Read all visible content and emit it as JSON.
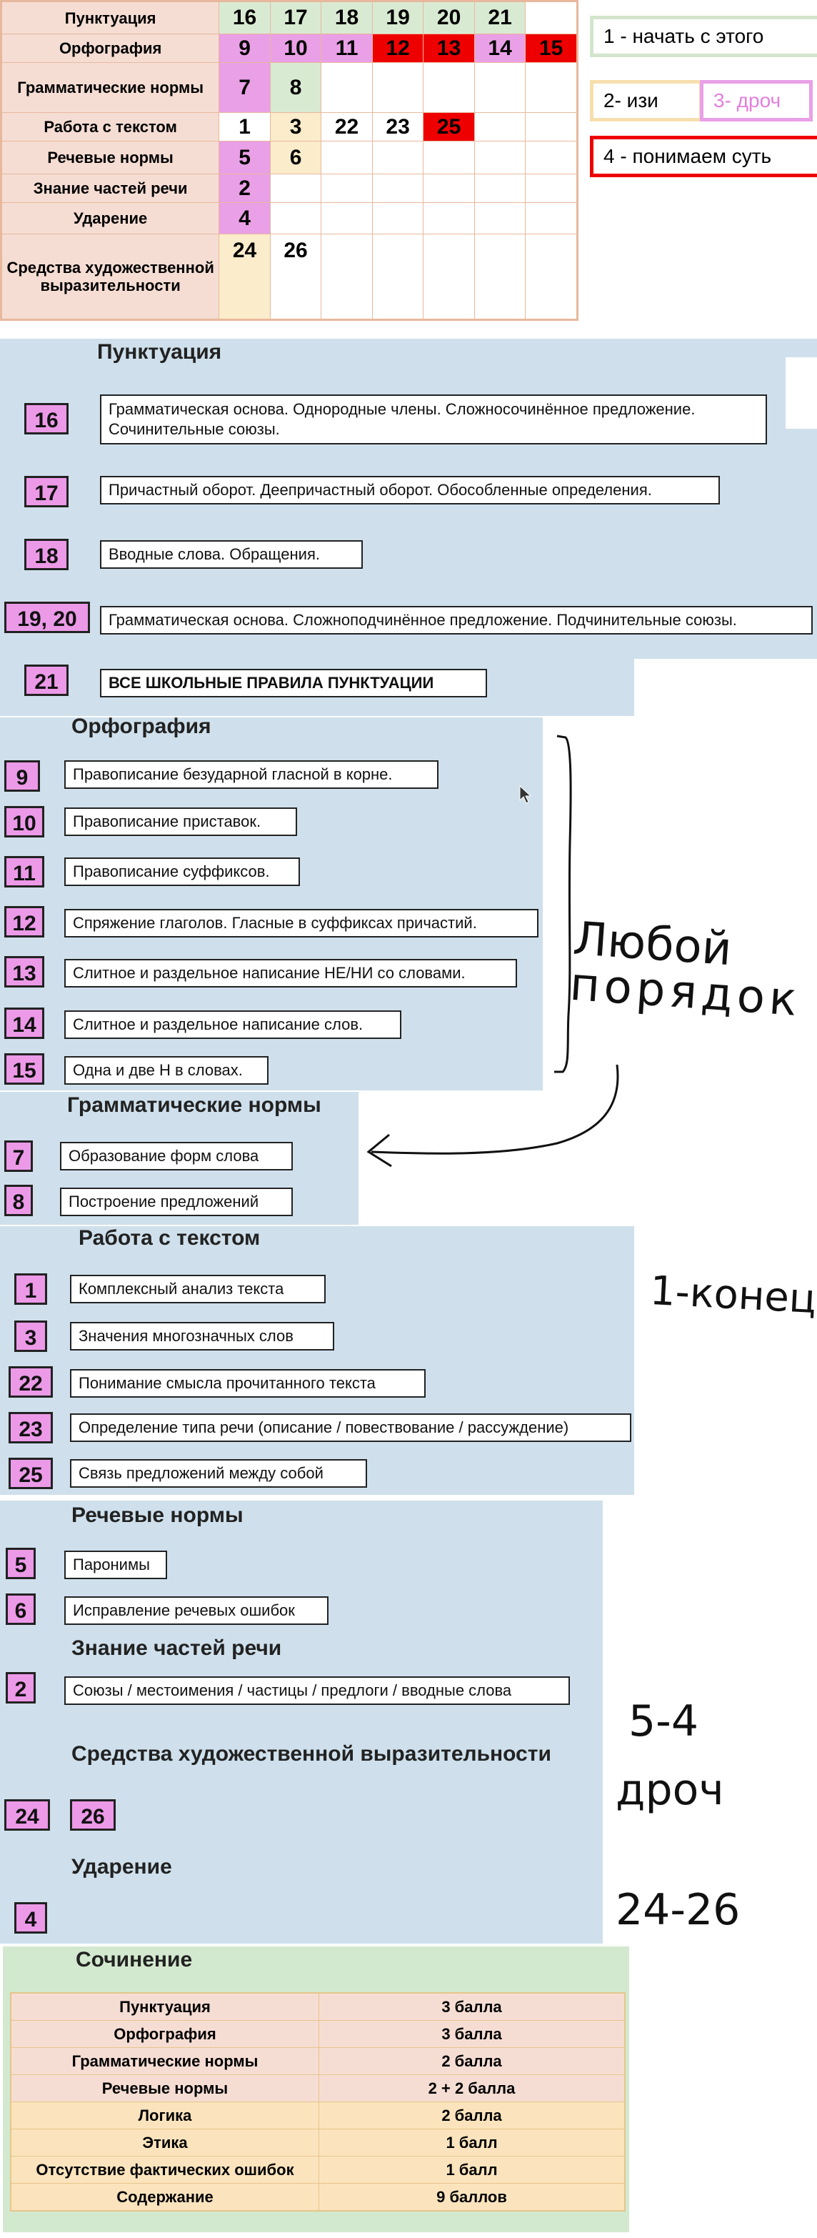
{
  "legend": {
    "green": "1 - начать с этого",
    "yellow": "2- изи",
    "pink": "3- дроч",
    "red": "4 - понимаем суть"
  },
  "colors": {
    "green": "#d9ead3",
    "yellow": "#fbeccb",
    "pink": "#e9a0e6",
    "red": "#ee0000",
    "panel": "#cfe0ec"
  },
  "table": {
    "rows": [
      {
        "label": "Пунктуация",
        "cells": [
          {
            "v": "16",
            "c": "green"
          },
          {
            "v": "17",
            "c": "green"
          },
          {
            "v": "18",
            "c": "green"
          },
          {
            "v": "19",
            "c": "green"
          },
          {
            "v": "20",
            "c": "green"
          },
          {
            "v": "21",
            "c": "green"
          },
          {
            "v": "",
            "c": "white"
          }
        ]
      },
      {
        "label": "Орфография",
        "cells": [
          {
            "v": "9",
            "c": "pink"
          },
          {
            "v": "10",
            "c": "pink"
          },
          {
            "v": "11",
            "c": "pink"
          },
          {
            "v": "12",
            "c": "red"
          },
          {
            "v": "13",
            "c": "red"
          },
          {
            "v": "14",
            "c": "pink"
          },
          {
            "v": "15",
            "c": "red"
          }
        ]
      },
      {
        "label": "Грамматические нормы",
        "cells": [
          {
            "v": "7",
            "c": "pink"
          },
          {
            "v": "8",
            "c": "green"
          },
          {
            "v": "",
            "c": "white"
          },
          {
            "v": "",
            "c": "white"
          },
          {
            "v": "",
            "c": "white"
          },
          {
            "v": "",
            "c": "white"
          },
          {
            "v": "",
            "c": "white"
          }
        ]
      },
      {
        "label": "Работа с текстом",
        "cells": [
          {
            "v": "1",
            "c": "white"
          },
          {
            "v": "3",
            "c": "yellow"
          },
          {
            "v": "22",
            "c": "white"
          },
          {
            "v": "23",
            "c": "white"
          },
          {
            "v": "25",
            "c": "red"
          },
          {
            "v": "",
            "c": "white"
          },
          {
            "v": "",
            "c": "white"
          }
        ]
      },
      {
        "label": "Речевые нормы",
        "cells": [
          {
            "v": "5",
            "c": "pink"
          },
          {
            "v": "6",
            "c": "yellow"
          },
          {
            "v": "",
            "c": "white"
          },
          {
            "v": "",
            "c": "white"
          },
          {
            "v": "",
            "c": "white"
          },
          {
            "v": "",
            "c": "white"
          },
          {
            "v": "",
            "c": "white"
          }
        ]
      },
      {
        "label": "Знание частей речи",
        "cells": [
          {
            "v": "2",
            "c": "pink"
          },
          {
            "v": "",
            "c": "white"
          },
          {
            "v": "",
            "c": "white"
          },
          {
            "v": "",
            "c": "white"
          },
          {
            "v": "",
            "c": "white"
          },
          {
            "v": "",
            "c": "white"
          },
          {
            "v": "",
            "c": "white"
          }
        ]
      },
      {
        "label": "Ударение",
        "cells": [
          {
            "v": "4",
            "c": "pink"
          },
          {
            "v": "",
            "c": "white"
          },
          {
            "v": "",
            "c": "white"
          },
          {
            "v": "",
            "c": "white"
          },
          {
            "v": "",
            "c": "white"
          },
          {
            "v": "",
            "c": "white"
          },
          {
            "v": "",
            "c": "white"
          }
        ]
      },
      {
        "label": "Средства художественной выразительности",
        "cells": [
          {
            "v": "24",
            "c": "yellow"
          },
          {
            "v": "26",
            "c": "white"
          },
          {
            "v": "",
            "c": "white"
          },
          {
            "v": "",
            "c": "white"
          },
          {
            "v": "",
            "c": "white"
          },
          {
            "v": "",
            "c": "white"
          },
          {
            "v": "",
            "c": "white"
          }
        ]
      }
    ]
  },
  "sections": {
    "punct": {
      "title": "Пунктуация",
      "items": [
        {
          "num": "16",
          "text": "Грамматическая основа. Однородные члены. Сложносочинённое предложение. Сочинительные союзы."
        },
        {
          "num": "17",
          "text": "Причастный оборот. Деепричастный оборот. Обособленные определения."
        },
        {
          "num": "18",
          "text": "Вводные слова. Обращения."
        },
        {
          "num": "19, 20",
          "text": "Грамматическая основа. Сложноподчинённое предложение. Подчинительные союзы."
        },
        {
          "num": "21",
          "text": "ВСЕ ШКОЛЬНЫЕ ПРАВИЛА ПУНКТУАЦИИ"
        }
      ]
    },
    "orfo": {
      "title": "Орфография",
      "items": [
        {
          "num": "9",
          "text": "Правописание безударной гласной в корне."
        },
        {
          "num": "10",
          "text": "Правописание приставок."
        },
        {
          "num": "11",
          "text": "Правописание суффиксов."
        },
        {
          "num": "12",
          "text": "Спряжение глаголов. Гласные в суффиксах причастий."
        },
        {
          "num": "13",
          "text": "Слитное и раздельное написание НЕ/НИ со словами."
        },
        {
          "num": "14",
          "text": "Слитное и раздельное написание слов."
        },
        {
          "num": "15",
          "text": "Одна и две Н в словах."
        }
      ]
    },
    "gram": {
      "title": "Грамматические нормы",
      "items": [
        {
          "num": "7",
          "text": "Образование форм слова"
        },
        {
          "num": "8",
          "text": "Построение предложений"
        }
      ]
    },
    "text": {
      "title": "Работа с текстом",
      "items": [
        {
          "num": "1",
          "text": "Комплексный анализ текста"
        },
        {
          "num": "3",
          "text": "Значения многозначных слов"
        },
        {
          "num": "22",
          "text": "Понимание смысла прочитанного текста"
        },
        {
          "num": "23",
          "text": "Определение типа речи (описание / повествование / рассуждение)"
        },
        {
          "num": "25",
          "text": "Связь предложений между собой"
        }
      ]
    },
    "speech": {
      "title": "Речевые нормы",
      "items": [
        {
          "num": "5",
          "text": "Паронимы"
        },
        {
          "num": "6",
          "text": "Исправление речевых ошибок"
        }
      ]
    },
    "parts": {
      "title": "Знание частей речи",
      "items": [
        {
          "num": "2",
          "text": "Союзы / местоимения / частицы / предлоги / вводные слова"
        }
      ]
    },
    "art": {
      "title": "Средства художественной выразительности",
      "nums": [
        "24",
        "26"
      ]
    },
    "stress": {
      "title": "Ударение",
      "nums": [
        "4"
      ]
    }
  },
  "handwriting": {
    "any_order_line1": "Любой",
    "any_order_line2": "порядок",
    "end_note": "1-конец",
    "note_5_4": "5-4",
    "note_droch": "дроч",
    "note_24_26": "24-26"
  },
  "essay": {
    "title": "Сочинение",
    "rows": [
      {
        "label": "Пунктуация",
        "value": "3 балла",
        "c": "pink"
      },
      {
        "label": "Орфография",
        "value": "3 балла",
        "c": "pink"
      },
      {
        "label": "Грамматические нормы",
        "value": "2 балла",
        "c": "pink"
      },
      {
        "label": "Речевые нормы",
        "value": "2 + 2 балла",
        "c": "pink"
      },
      {
        "label": "Логика",
        "value": "2 балла",
        "c": "yellow"
      },
      {
        "label": "Этика",
        "value": "1 балл",
        "c": "yellow"
      },
      {
        "label": "Отсутствие фактических ошибок",
        "value": "1 балл",
        "c": "yellow"
      },
      {
        "label": "Содержание",
        "value": "9 баллов",
        "c": "yellow"
      }
    ]
  }
}
